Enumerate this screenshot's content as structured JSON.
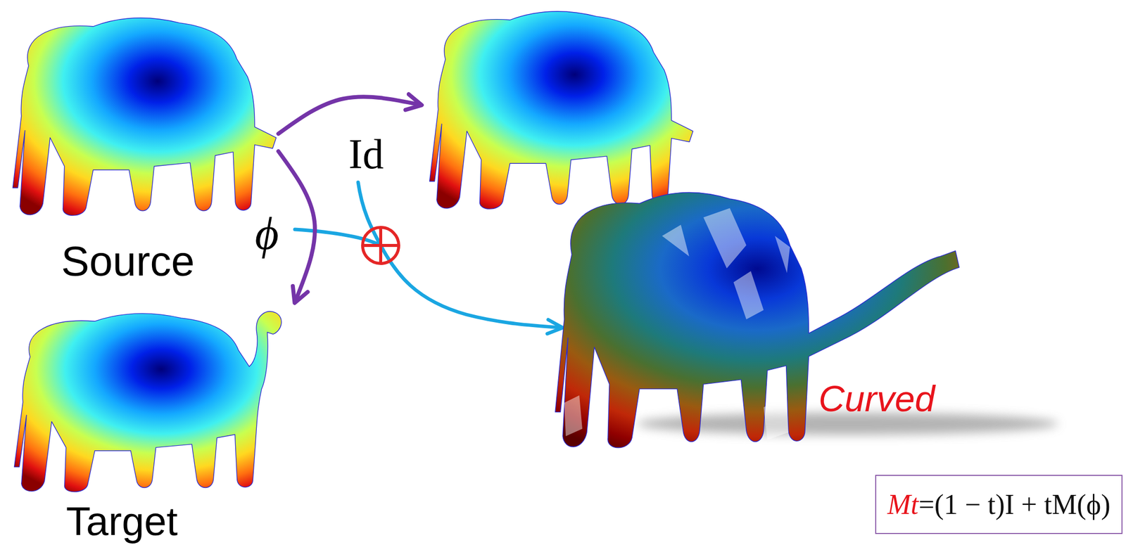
{
  "diagram": {
    "nodes": [
      {
        "text": [
          "Source"
        ]
      },
      {
        "text": []
      },
      {
        "text": [
          "Target"
        ]
      },
      {
        "text": [
          "Curved"
        ]
      },
      {
        "text": [
          "Mt",
          "=(1 − t)I + tM(ϕ)"
        ]
      }
    ],
    "edges": [
      {
        "from": 0,
        "to": 1,
        "arrow": "to",
        "label": "Id"
      },
      {
        "from": 0,
        "to": 2,
        "arrow": "to",
        "label": "ϕ"
      }
    ]
  }
}
